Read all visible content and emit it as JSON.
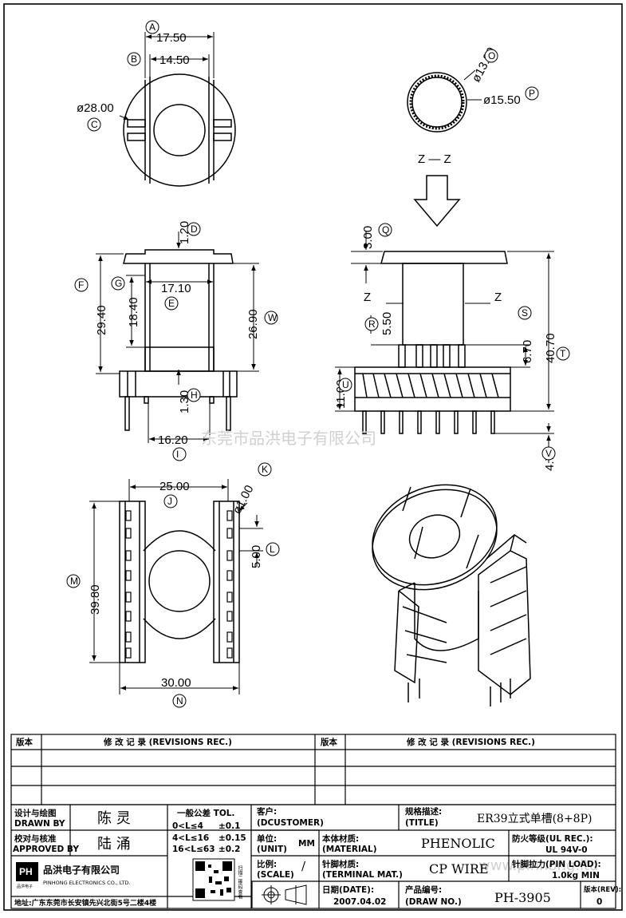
{
  "top_view": {
    "dims": {
      "A": "17.50",
      "B": "14.50",
      "C": "ø28.00"
    },
    "letters": [
      "A",
      "B",
      "C"
    ]
  },
  "section_view": {
    "dims": {
      "O": "ø13.80",
      "P": "ø15.50"
    },
    "letters": [
      "O",
      "P"
    ],
    "section_label": "Z — Z"
  },
  "front_view": {
    "dims": {
      "D": "1.20",
      "E": "17.10",
      "F": "29.40",
      "G": "18.40",
      "H": "1.30",
      "I": "16.20",
      "W": "26.90"
    },
    "letters": [
      "D",
      "E",
      "F",
      "G",
      "H",
      "I",
      "W"
    ]
  },
  "side_view": {
    "dims": {
      "Q": "3.00",
      "R": "5.50",
      "S": "6.70",
      "T": "40.70",
      "U": "11.00",
      "V": "4.70"
    },
    "letters": [
      "Q",
      "R",
      "S",
      "T",
      "U",
      "V"
    ],
    "z_left": "Z",
    "z_right": "Z"
  },
  "bottom_view": {
    "dims": {
      "J": "25.00",
      "K": "ø1.00",
      "L": "5.00",
      "M": "39.80",
      "N": "30.00"
    },
    "letters": [
      "J",
      "K",
      "L",
      "M",
      "N"
    ]
  },
  "watermark": "东莞市品洪电子有限公司",
  "watermark_url": "www.pinhong.ltd",
  "revisions": {
    "col_version": "版本",
    "col_records": "修 改 记 录 (REVISIONS REC.)"
  },
  "title_block": {
    "designer_label": "设计与绘图",
    "designer_label_en": "DRAWN BY",
    "designer": "陈 灵",
    "approver_label": "校对与核准",
    "approver_label_en": "APPROVED BY",
    "approver": "陆 涌",
    "tol_title": "一般公差 TOL.",
    "tol_rows": [
      {
        "range": "0<L≤4",
        "tol": "±0.1"
      },
      {
        "range": "4<L≤16",
        "tol": "±0.15"
      },
      {
        "range": "16<L≤63",
        "tol": "±0.2"
      }
    ],
    "customer_label": "客户:",
    "customer_label_en": "(DCUSTOMER)",
    "unit_label": "单位:",
    "unit_label_en": "(UNIT)",
    "unit": "MM",
    "scale_label": "比例:",
    "scale_label_en": "(SCALE)",
    "scale": "/",
    "spec_label": "规格描述:",
    "spec_label_en": "(TITLE)",
    "spec": "ER39立式单槽(8+8P)",
    "material_label": "本体材质:",
    "material_label_en": "(MATERIAL)",
    "material": "PHENOLIC",
    "terminal_label": "针脚材质:",
    "terminal_label_en": "(TERMINAL MAT.)",
    "terminal": "CP WIRE",
    "date_label": "日期(DATE):",
    "date": "2007.04.02",
    "product_label": "产品编号:",
    "product_label_en": "(DRAW NO.)",
    "product": "PH-3905",
    "flame_label": "防火等级(UL REC.):",
    "flame": "UL 94V-0",
    "pinload_label": "针脚拉力(PIN LOAD):",
    "pinload": "1.0kg MIN",
    "rev_label": "版本(REV):",
    "rev": "0",
    "company": "品洪电子有限公司",
    "company_en": "PINHONG ELECTRONICS CO., LTD.",
    "address": "地址:广东东莞市长安镇先兴北街5号二楼4楼",
    "logo_text": "PH",
    "logo_sub": "品洪电子",
    "qr_caption": "扫描二维码查看"
  }
}
